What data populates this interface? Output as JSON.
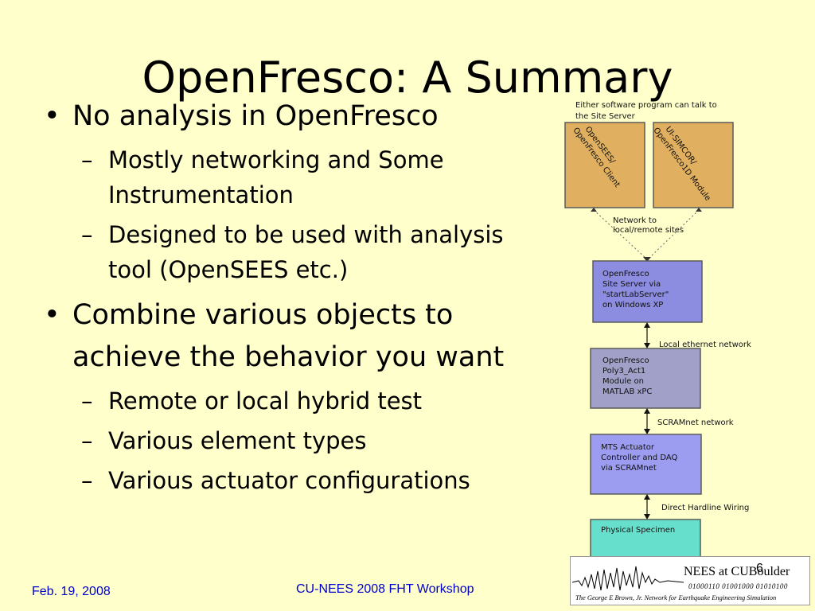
{
  "slide": {
    "title": "OpenFresco: A Summary",
    "bullets": [
      {
        "text": "No analysis in OpenFresco",
        "subs": [
          "Mostly networking and Some Instrumentation",
          "Designed to be used with analysis tool (OpenSEES etc.)"
        ]
      },
      {
        "text": "Combine various objects to achieve the behavior you want",
        "subs": [
          "Remote or local hybrid test",
          "Various element types",
          "Various actuator configurations"
        ]
      }
    ],
    "bullet_glyph": "•",
    "dash_glyph": "–"
  },
  "diagram": {
    "caption_line1": "Either software program can talk to",
    "caption_line2": "the Site Server",
    "client_left_line1": "OpenSEES/",
    "client_left_line2": "OpenFresco Client",
    "client_right_line1": "UI-SIMCOR/",
    "client_right_line2": "OpenFresco1D Module",
    "network_line1": "Network to",
    "network_line2": "local/remote sites",
    "site_server": [
      "OpenFresco",
      "Site Server via",
      "\"startLabServer\"",
      "on Windows XP"
    ],
    "ethernet_label": "Local ethernet network",
    "poly_module": [
      "OpenFresco",
      "Poly3_Act1",
      "Module on",
      "MATLAB xPC"
    ],
    "scramnet_label": "SCRAMnet network",
    "mts": [
      "MTS Actuator",
      "Controller and DAQ",
      "via SCRAMnet"
    ],
    "hardline_label": "Direct Hardline Wiring",
    "specimen": "Physical Specimen",
    "colors": {
      "client": "#e0b060",
      "server": "#8c8ce0",
      "module": "#a0a0c8",
      "mts": "#9c9cf0",
      "specimen": "#66e0cc"
    }
  },
  "footer": {
    "date": "Feb. 19,  2008",
    "workshop": "CU-NEES 2008 FHT Workshop",
    "page": "6"
  },
  "logo": {
    "name": "NEES at CUBoulder",
    "binary": "01000110  01001000  01010100",
    "org": "The George E Brown, Jr. Network for Earthquake Engineering Simulation"
  }
}
